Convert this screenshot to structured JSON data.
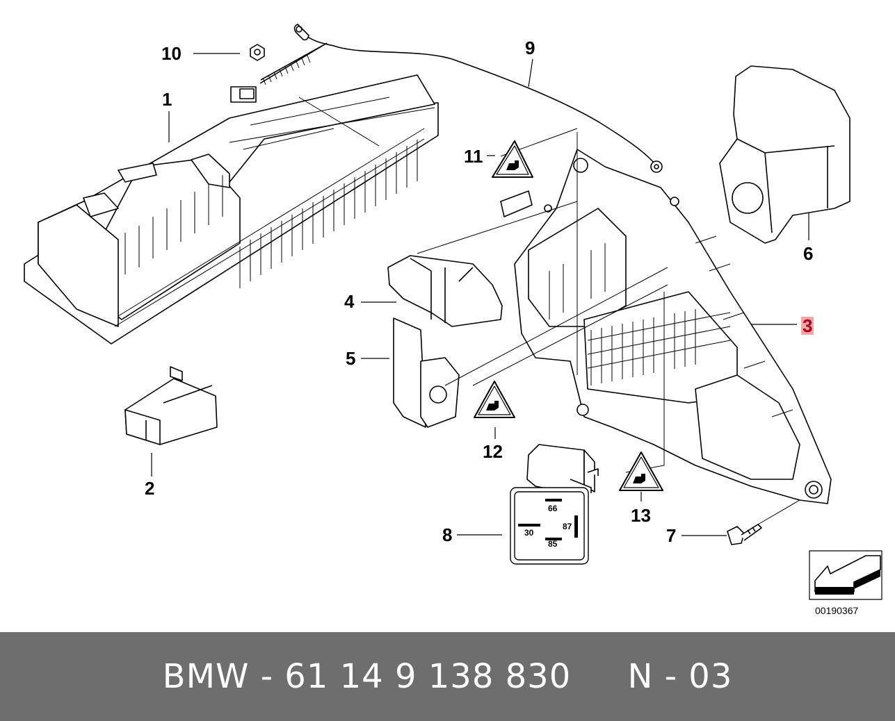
{
  "callouts": {
    "c1": "1",
    "c2": "2",
    "c3": "3",
    "c4": "4",
    "c5": "5",
    "c6": "6",
    "c7": "7",
    "c8": "8",
    "c9": "9",
    "c10": "10",
    "c11": "11",
    "c12": "12",
    "c13": "13"
  },
  "relay_pins": {
    "p66": "66",
    "p30": "30",
    "p87": "87",
    "p85": "85"
  },
  "diagram_id": "00190367",
  "footer": {
    "part_text": "BMW - 61 14 9 138 830     N - 03"
  },
  "colors": {
    "highlight_bg": "#f2a6a6",
    "highlight_text": "#b0001a",
    "footer_bg": "#6e6e6e"
  }
}
